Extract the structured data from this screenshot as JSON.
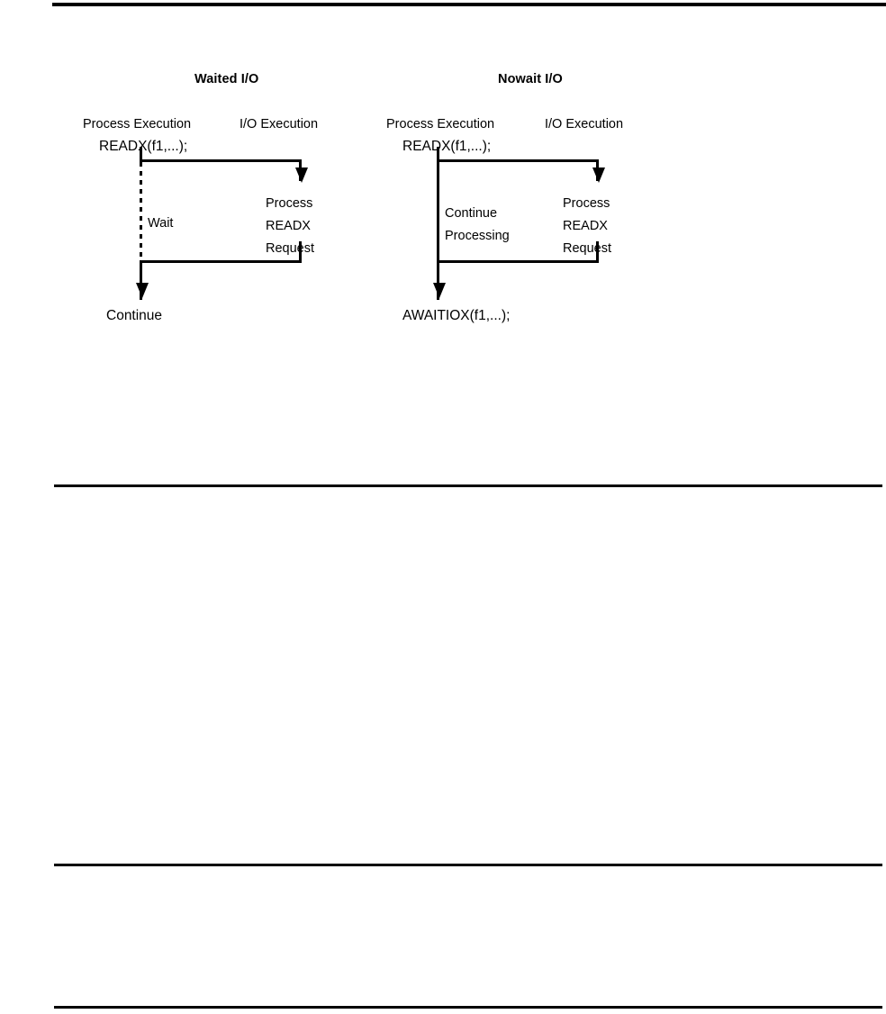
{
  "figure": {
    "panels": [
      {
        "id": "waited",
        "title": "Waited I/O",
        "process_column_label": "Process Execution",
        "io_column_label": "I/O Execution",
        "call": "READX(f1,...);",
        "process_branch_text": "Wait",
        "io_branch_text": "Process\nREADX\nRequest",
        "io_branch_lines": [
          "Process",
          "READX",
          "Request"
        ],
        "end_label": "Continue",
        "process_line_style": "dashed"
      },
      {
        "id": "nowait",
        "title": "Nowait I/O",
        "process_column_label": "Process Execution",
        "io_column_label": "I/O Execution",
        "call": "READX(f1,...);",
        "process_branch_text": "Continue\nProcessing",
        "process_branch_lines": [
          "Continue",
          "Processing"
        ],
        "io_branch_text": "Process\nREADX\nRequest",
        "io_branch_lines": [
          "Process",
          "READX",
          "Request"
        ],
        "end_label": "AWAITIOX(f1,...);",
        "process_line_style": "solid"
      }
    ]
  },
  "colors": {
    "ink": "#000000",
    "page": "#ffffff"
  }
}
